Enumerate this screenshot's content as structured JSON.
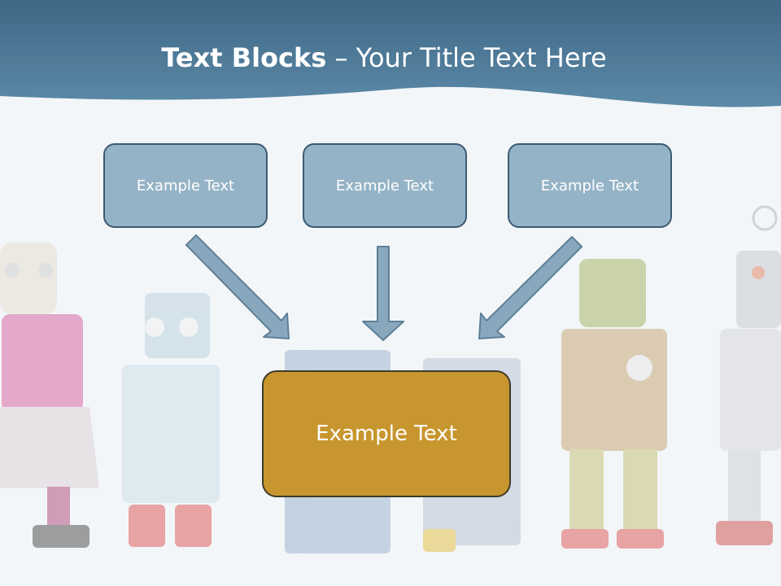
{
  "slide": {
    "title_bold": "Text Blocks",
    "title_rest": " – Your Title Text Here"
  },
  "top_boxes": [
    {
      "label": "Example Text"
    },
    {
      "label": "Example Text"
    },
    {
      "label": "Example Text"
    }
  ],
  "center_box": {
    "label": "Example Text"
  },
  "colors": {
    "header": "#4a7694",
    "box_fill": "#95b3c6",
    "box_border": "#3c5a72",
    "center_fill": "#c8962e",
    "arrow": "#8aa8bd"
  }
}
